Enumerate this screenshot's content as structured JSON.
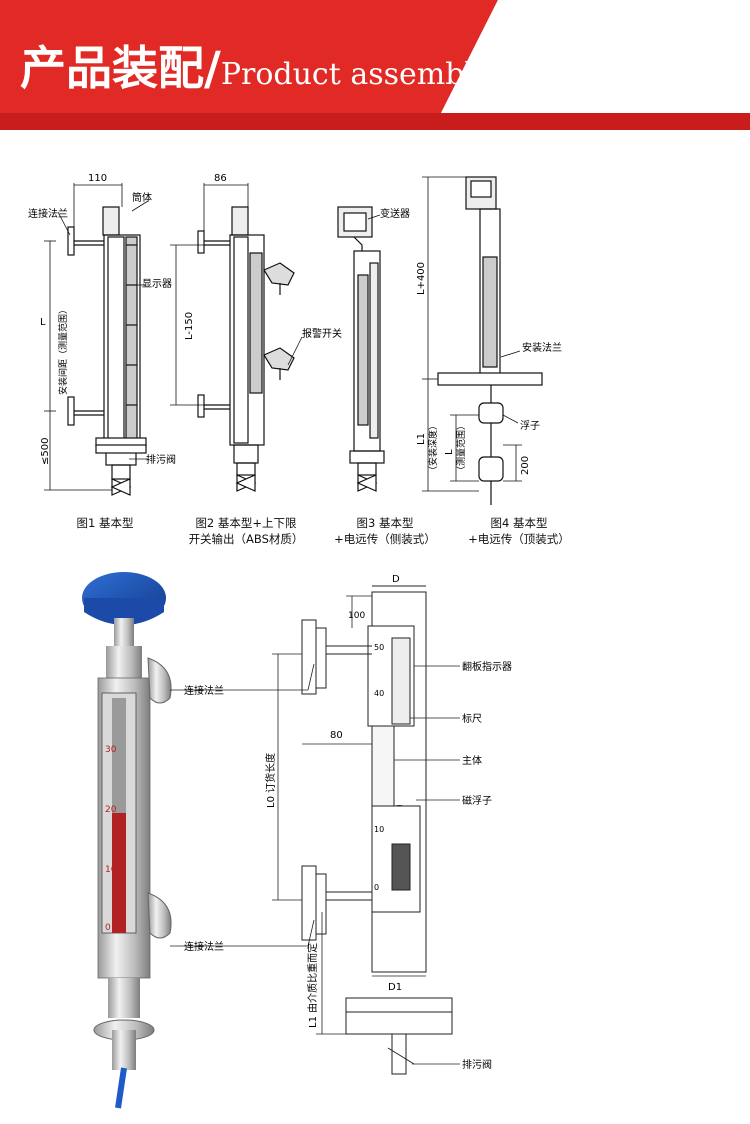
{
  "header": {
    "title_cn": "产品装配/",
    "title_en": "Product assembly",
    "colors": {
      "accent": "#e12a25",
      "band": "#cc1d1d",
      "gray": "#8a8a8a"
    }
  },
  "drawing1": {
    "fig1": {
      "dim_width": "110",
      "tube_label": "筒体",
      "flange_label": "连接法兰",
      "indicator_label": "显示器",
      "left_label": "安装间距（测量范围）",
      "dim_L": "L",
      "bottom_dim": "≤500",
      "drain_label": "排污阀"
    },
    "fig2": {
      "dim_width": "86",
      "dim_L150": "L-150",
      "switch_label": "报警开关"
    },
    "fig3": {
      "transmitter_label": "变送器"
    },
    "fig4": {
      "dim_L400": "L+400",
      "flange_label": "安装法兰",
      "float_label": "浮子",
      "dim_L": "L",
      "dim_L1": "L1",
      "install_depth": "（安装深度）",
      "measure_range": "（测量范围）",
      "dim_200": "200"
    },
    "captions": [
      {
        "line1": "图1 基本型",
        "line2": ""
      },
      {
        "line1": "图2 基本型+上下限",
        "line2": "开关输出（ABS材质）"
      },
      {
        "line1": "图3 基本型",
        "line2": "+电远传（侧装式）"
      },
      {
        "line1": "图4 基本型",
        "line2": "+电远传（顶装式）"
      }
    ]
  },
  "drawing2": {
    "photo_scale": {
      "numbers": [
        "30",
        "20",
        "10",
        "0"
      ]
    },
    "labels": {
      "D": "D",
      "dim_100": "100",
      "dim_80": "80",
      "flip_indicator": "翻板指示器",
      "ruler": "标尺",
      "body": "主体",
      "magnetic_float": "磁浮子",
      "flange_top": "连接法兰",
      "flange_bottom": "连接法兰",
      "order_length": "L0 订货长度",
      "L1_medium": "L1 由介质比重而定",
      "D1": "D1",
      "drain": "排污阀"
    },
    "scale_numbers": [
      "50",
      "40",
      "10",
      "0"
    ]
  }
}
